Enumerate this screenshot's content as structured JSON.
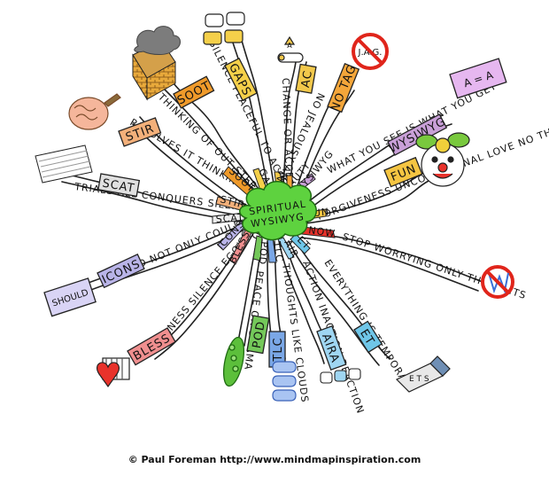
{
  "center": {
    "line1": "SPIRITUAL",
    "line2": "WYSIWYG"
  },
  "branches": [
    {
      "stub": "SOOT",
      "box": "SOOT",
      "phrase": "THINKING OF OUT STEP",
      "color": "#ef9a2a",
      "icon": "chimney-icon"
    },
    {
      "stub": "GAPS",
      "box": "GAPS",
      "phrase": "SILENCE PEACEFUL TO ACCESS GAIN",
      "color": "#f5d04a",
      "icon": "gap-boxes-icon"
    },
    {
      "stub": "AC",
      "box": "AC",
      "phrase": "CHANGE OR ACCEPT",
      "color": "#f2c84b",
      "icon": "toggle-switch-icon"
    },
    {
      "stub": "NO TAG",
      "box": "NO TAG",
      "phrase": "NO JEALOUSY ANGER GREED",
      "color": "#f4a63a",
      "icon": "no-jag-icon",
      "icon_text": "J.A.G."
    },
    {
      "stub": "WYSIWYG",
      "box": "WYSIWYG",
      "phrase": "WHAT YOU SEE IS WHAT YOU GET",
      "color": "#c9a0d8",
      "icon": "equals-card-icon",
      "icon_text": "A = A"
    },
    {
      "stub": "FUN",
      "box": "FUN",
      "phrase": "FORGIVENESS UNCONDITIONAL LOVE NO THOUGHT",
      "color": "#f5c542",
      "icon": "clown-icon"
    },
    {
      "stub": "NOW",
      "box": "NOW",
      "phrase": "STOP WORRYING ONLY THOUGHTS",
      "color": "#e8322b",
      "icon": "no-worry-icon"
    },
    {
      "stub": "ET",
      "box": "ET",
      "phrase": "EVERYTHING IS TEMPORARY",
      "color": "#6fc6e8",
      "icon": "eraser-icon"
    },
    {
      "stub": "AIR",
      "box": "AIRA",
      "phrase": "ACTION INACTION REACTION",
      "color": "#9fd6f2",
      "icon": "air-blocks-icon"
    },
    {
      "stub": "TLC",
      "box": "TLC",
      "phrase": "THOUGHTS LIKE CLOUDS",
      "color": "#7aa7e6",
      "icon": "clouds-icon"
    },
    {
      "stub": "POD",
      "box": "POD",
      "phrase": "PEACE OR DRAMA",
      "color": "#74c85a",
      "icon": "pea-pod-icon"
    },
    {
      "stub": "BLESS",
      "box": "BLESS",
      "phrase": "STILLNESS SILENCE EGOLESS LOVE BEAUTY",
      "color": "#f08f8f",
      "icon": "heart-icon"
    },
    {
      "stub": "ICONS",
      "box": "ICONS",
      "phrase": "SHOULD NOT ONLY COULD I",
      "color": "#b9b4e8",
      "icon": "should-card-icon",
      "icon_text": "SHOULD"
    },
    {
      "stub": "SCAT",
      "box": "SCAT",
      "phrase": "TRIALS ALL CONQUERS SILENCE",
      "color": "#e0e0e0",
      "icon": "lined-paper-icon"
    },
    {
      "stub": "STIR",
      "box": "STIR",
      "phrase": "REVOLVES IT THINKING STOP",
      "color": "#f3b07a",
      "icon": "brain-icon"
    }
  ],
  "copyright": "© Paul Foreman http://www.mindmapinspiration.com"
}
